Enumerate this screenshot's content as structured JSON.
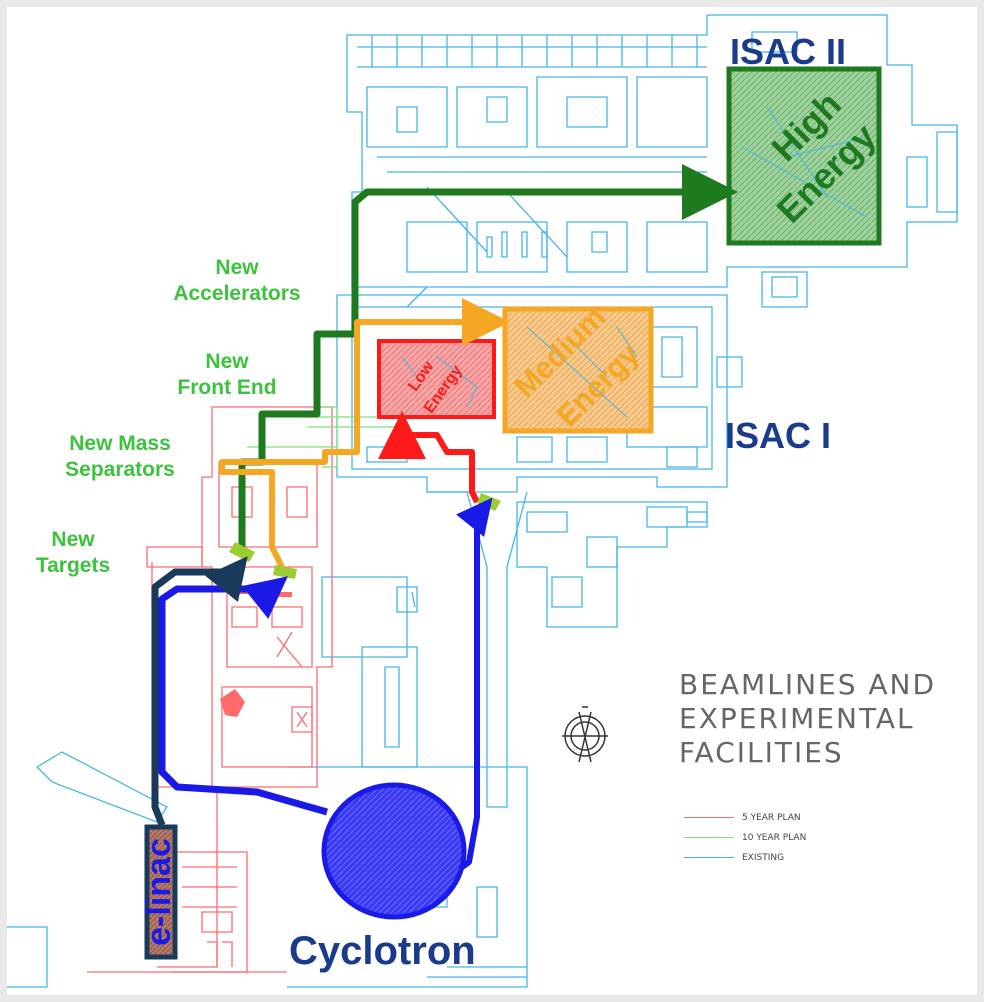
{
  "labels": {
    "isac2": "ISAC II",
    "isac1": "ISAC I",
    "high_energy_line1": "High",
    "high_energy_line2": "Energy",
    "medium_energy_line1": "Medium",
    "medium_energy_line2": "Energy",
    "low_energy_line1": "Low",
    "low_energy_line2": "Energy",
    "new_accelerators_line1": "New",
    "new_accelerators_line2": "Accelerators",
    "new_front_end_line1": "New",
    "new_front_end_line2": "Front End",
    "new_mass_separators_line1": "New Mass",
    "new_mass_separators_line2": "Separators",
    "new_targets_line1": "New",
    "new_targets_line2": "Targets",
    "elinac": "e-linac",
    "cyclotron": "Cyclotron"
  },
  "legend": {
    "title_line1": "BEAMLINES AND",
    "title_line2": "EXPERIMENTAL",
    "title_line3": "FACILITIES",
    "items": [
      {
        "label": "5  YEAR PLAN",
        "color": "#ff6b6b"
      },
      {
        "label": "10 YEAR PLAN",
        "color": "#7be07b"
      },
      {
        "label": "EXISTING",
        "color": "#45b5e6"
      }
    ]
  },
  "colors": {
    "existing": "#45b5e6",
    "five_year": "#ff6b6b",
    "ten_year": "#7be07b",
    "beam_dark_green": "#1e7a1e",
    "beam_orange": "#f5a623",
    "beam_red": "#ff1a1a",
    "beam_blue": "#1a1ae6",
    "beam_navy": "#1a3a5c",
    "label_navy": "#1a3a8c",
    "label_green": "#3cc23c"
  }
}
